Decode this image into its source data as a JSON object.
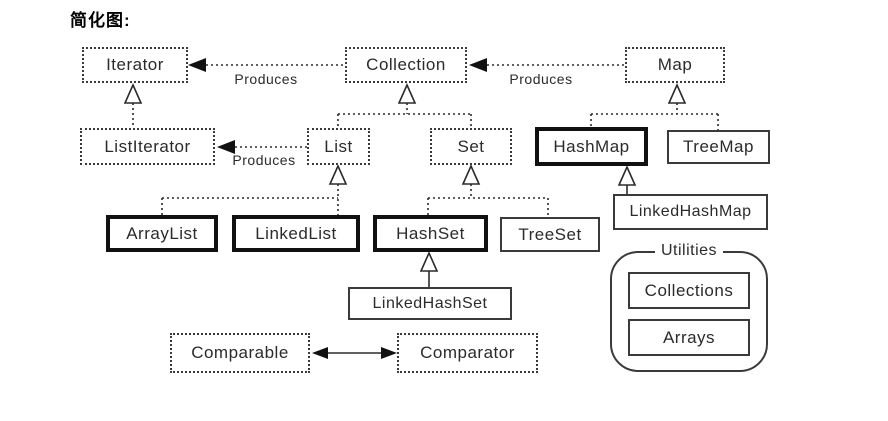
{
  "title": "简化图:",
  "labels": {
    "produces": "Produces",
    "utilities": "Utilities"
  },
  "nodes": {
    "iterator": {
      "label": "Iterator",
      "type": "interface"
    },
    "collection": {
      "label": "Collection",
      "type": "interface"
    },
    "map": {
      "label": "Map",
      "type": "interface"
    },
    "listiterator": {
      "label": "ListIterator",
      "type": "interface"
    },
    "list": {
      "label": "List",
      "type": "interface"
    },
    "set": {
      "label": "Set",
      "type": "interface"
    },
    "hashmap": {
      "label": "HashMap",
      "type": "class-emphasized"
    },
    "treemap": {
      "label": "TreeMap",
      "type": "class"
    },
    "linkedhashmap": {
      "label": "LinkedHashMap",
      "type": "class"
    },
    "arraylist": {
      "label": "ArrayList",
      "type": "class-emphasized"
    },
    "linkedlist": {
      "label": "LinkedList",
      "type": "class-emphasized"
    },
    "hashset": {
      "label": "HashSet",
      "type": "class-emphasized"
    },
    "treeset": {
      "label": "TreeSet",
      "type": "class"
    },
    "linkedhashset": {
      "label": "LinkedHashSet",
      "type": "class"
    },
    "comparable": {
      "label": "Comparable",
      "type": "interface"
    },
    "comparator": {
      "label": "Comparator",
      "type": "interface"
    },
    "collections": {
      "label": "Collections",
      "type": "utility-class"
    },
    "arrays": {
      "label": "Arrays",
      "type": "utility-class"
    }
  },
  "edges": [
    {
      "from": "Collection",
      "to": "Iterator",
      "kind": "produces"
    },
    {
      "from": "Map",
      "to": "Collection",
      "kind": "produces"
    },
    {
      "from": "List",
      "to": "ListIterator",
      "kind": "produces"
    },
    {
      "from": "ListIterator",
      "to": "Iterator",
      "kind": "extends"
    },
    {
      "from": "List",
      "to": "Collection",
      "kind": "extends"
    },
    {
      "from": "Set",
      "to": "Collection",
      "kind": "extends"
    },
    {
      "from": "HashMap",
      "to": "Map",
      "kind": "implements"
    },
    {
      "from": "TreeMap",
      "to": "Map",
      "kind": "implements"
    },
    {
      "from": "LinkedHashMap",
      "to": "HashMap",
      "kind": "extends"
    },
    {
      "from": "ArrayList",
      "to": "List",
      "kind": "implements"
    },
    {
      "from": "LinkedList",
      "to": "List",
      "kind": "implements"
    },
    {
      "from": "HashSet",
      "to": "Set",
      "kind": "implements"
    },
    {
      "from": "TreeSet",
      "to": "Set",
      "kind": "implements"
    },
    {
      "from": "LinkedHashSet",
      "to": "HashSet",
      "kind": "extends"
    },
    {
      "from": "Comparable",
      "to": "Comparator",
      "kind": "association"
    }
  ],
  "colors": {
    "line": "#2b2b2b",
    "text": "#2b2b2b",
    "background": "#ffffff"
  }
}
